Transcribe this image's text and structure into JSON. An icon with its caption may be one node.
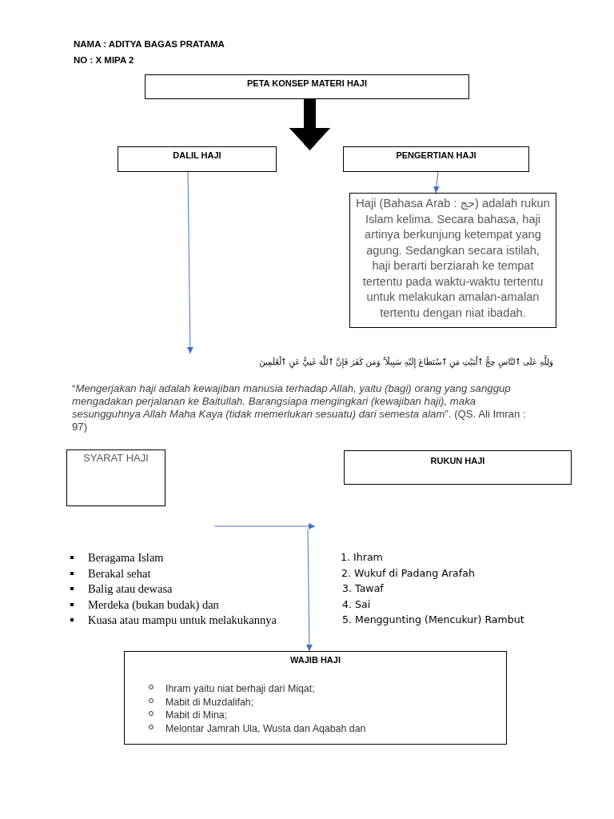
{
  "diagram": {
    "nodes": [
      {
        "text": [
          "PETA KONSEP MATERI HAJI"
        ]
      },
      {
        "text": [
          "DALIL HAJI"
        ]
      },
      {
        "text": [
          "PENGERTIAN HAJI"
        ]
      },
      {
        "text": [
          "Haji (Bahasa Arab : حج) adalah rukun Islam kelima. Secara bahasa, haji artinya berkunjung ketempat yang agung. Sedangkan secara istilah, haji berarti berziarah ke tempat tertentu pada waktu-waktu tertentu untuk melakukan amalan-amalan tertentu dengan niat ibadah."
        ]
      },
      {
        "text": [
          "وَلِلَّهِ عَلَى ٱلنَّاسِ حِجُّ ٱلْبَيْتِ مَنِ ٱسْتَطَاعَ إِلَيْهِ سَبِيلًا ۚ وَمَن كَفَرَ فَإِنَّ ٱللَّهَ غَنِيٌّ عَنِ ٱلْعَٰلَمِينَ",
          "“*Mengerjakan haji adalah kewajiban manusia terhadap Allah, yaitu (bagi) orang yang sanggup mengadakan perjalanan ke Baitullah. Barangsiapa mengingkari (kewajiban haji), maka sesungguhnya Allah Maha Kaya (tidak memerlukan sesuatu) dari semesta alam*”. (QS. Ali Imran : 97)"
        ]
      },
      {
        "text": [
          "SYARAT HAJI"
        ]
      },
      {
        "text": [
          "RUKUN HAJI"
        ]
      },
      {
        "text": [
          "WAJIB HAJI",
          "Ihram yaitu niat berhaji dari Miqat;",
          "Mabit di Muzdalifah;",
          "Mabit di Mina;",
          "Melontar Jamrah Ula, Wusta dan Aqabah dan"
        ]
      }
    ],
    "edges": [
      {
        "from": 0,
        "to": 1,
        "arrow": "to",
        "style": "thick",
        "color": "#000000"
      },
      {
        "from": 0,
        "to": 2,
        "arrow": "to",
        "style": "thick",
        "color": "#000000"
      },
      {
        "from": 2,
        "to": 3,
        "arrow": "to"
      },
      {
        "from": 1,
        "to": 4,
        "arrow": "to"
      },
      {
        "from": null,
        "to": 7,
        "arrow": "to"
      }
    ],
    "labels": [
      "NAMA : ADITYA BAGAS PRATAMA",
      "NO : X MIPA 2",
      "Beragama Islam",
      "Berakal sehat",
      "Balig atau dewasa",
      "Merdeka (bukan budak) dan",
      "Kuasa atau mampu untuk melakukannya",
      "1. Ihram",
      "2. Wukuf di Padang Arafah",
      "3. Tawaf",
      "4. Sai",
      "5. Menggunting (Mencukur) Rambut"
    ]
  }
}
